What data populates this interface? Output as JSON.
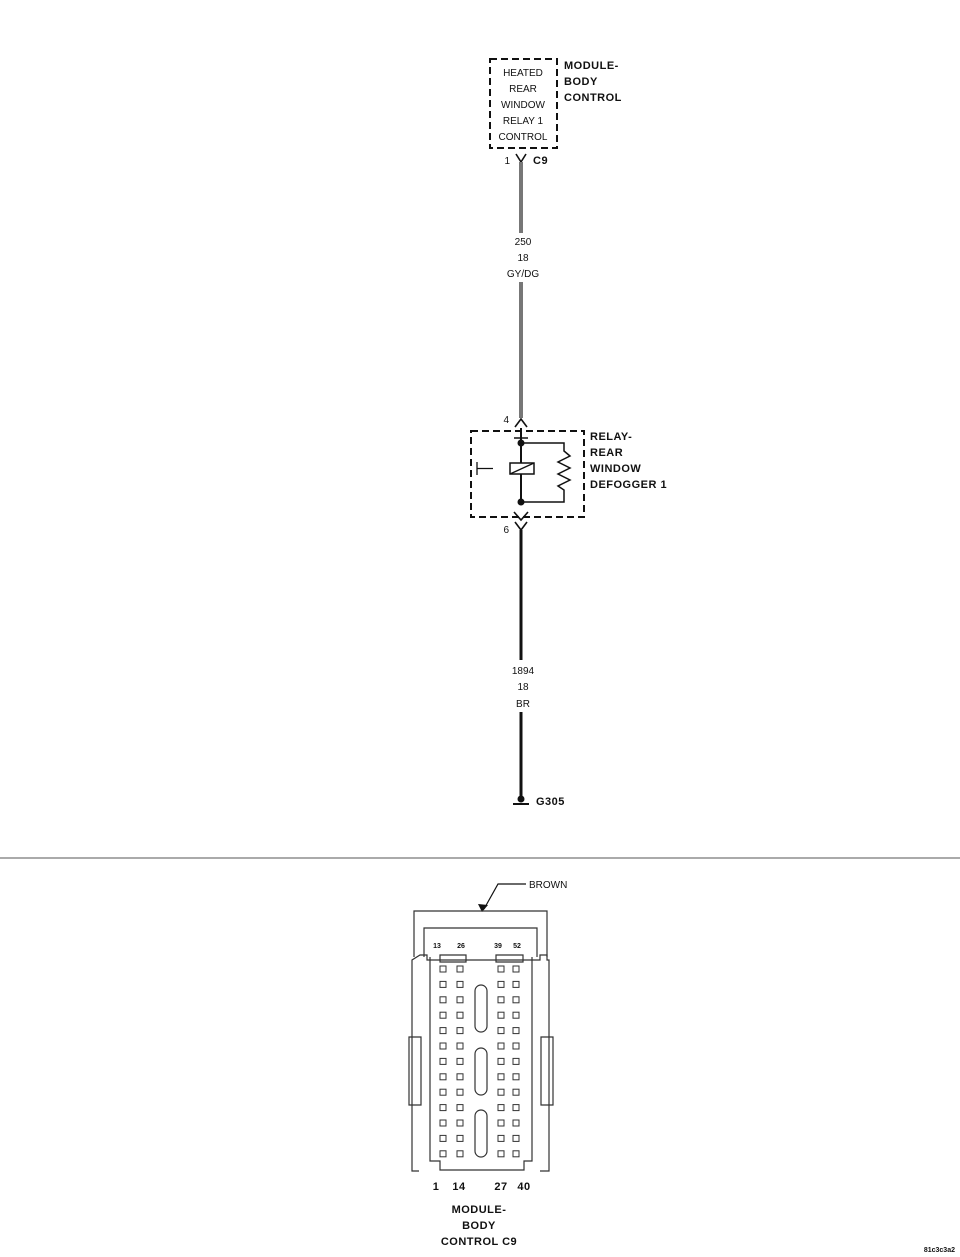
{
  "module": {
    "title_lines": [
      "MODULE-",
      "BODY",
      "CONTROL"
    ],
    "function_lines": [
      "HEATED",
      "REAR",
      "WINDOW",
      "RELAY 1",
      "CONTROL"
    ],
    "pin": "1",
    "connector": "C9"
  },
  "wire_upper": {
    "circuit": "250",
    "gauge": "18",
    "color": "GY/DG"
  },
  "relay": {
    "title_lines": [
      "RELAY-",
      "REAR",
      "WINDOW",
      "DEFOGGER 1"
    ],
    "pin_in": "4",
    "pin_out": "6"
  },
  "wire_lower": {
    "circuit": "1894",
    "gauge": "18",
    "color": "BR"
  },
  "ground": {
    "label": "G305"
  },
  "connector_view": {
    "color_label": "BROWN",
    "top_pins": [
      "13",
      "26",
      "39",
      "52"
    ],
    "bottom_pins": [
      "1",
      "14",
      "27",
      "40"
    ],
    "title_lines": [
      "MODULE-",
      "BODY",
      "CONTROL C9"
    ]
  },
  "figure_id": "81c3c3a2"
}
